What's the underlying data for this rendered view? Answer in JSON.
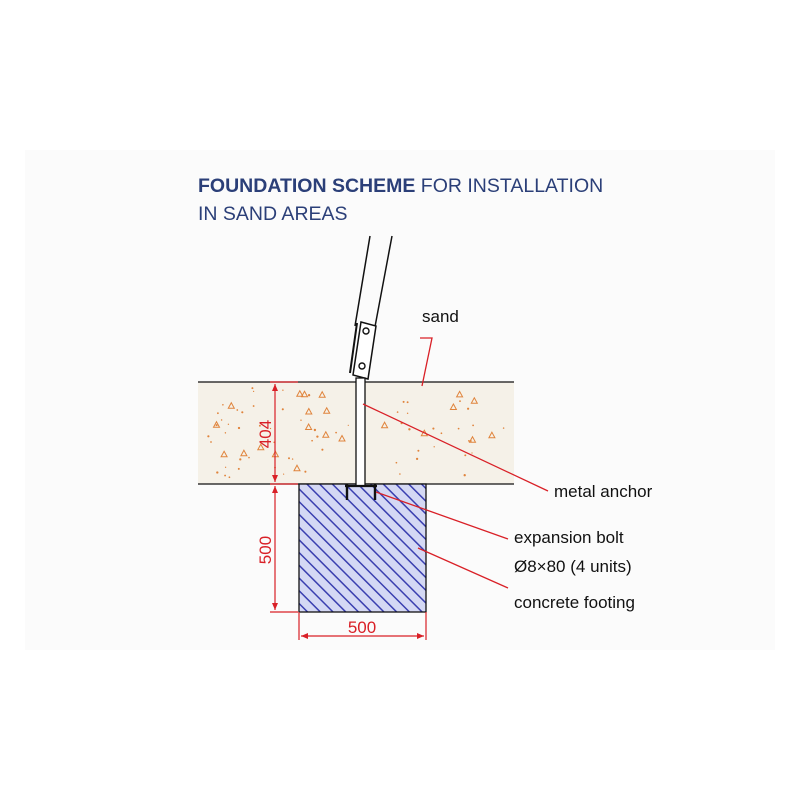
{
  "title": {
    "bold_part": "FOUNDATION SCHEME",
    "rest_part": " FOR INSTALLATION",
    "line2": "IN SAND AREAS"
  },
  "labels": {
    "sand": "sand",
    "metal_anchor": "metal anchor",
    "expansion_bolt": "expansion bolt",
    "bolt_spec": "Ø8×80 (4 units)",
    "concrete_footing": "concrete footing"
  },
  "dimensions": {
    "sand_depth": "404",
    "footing_height": "500",
    "footing_width": "500"
  },
  "colors": {
    "title": "#2b3f78",
    "dimension": "#d92027",
    "hatch": "#3a3fb0",
    "footing_fill": "#d4d8f4",
    "sand_fill": "#f5f1e8",
    "sand_marks": "#e0843c"
  }
}
